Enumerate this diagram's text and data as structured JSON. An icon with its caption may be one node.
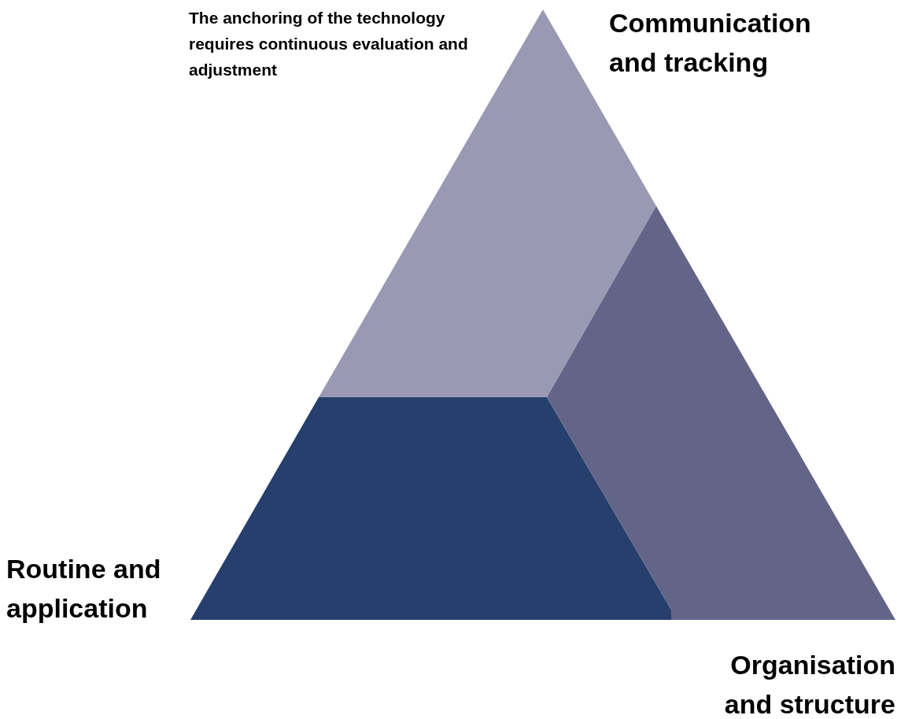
{
  "diagram": {
    "nodes": [
      {
        "text": [
          "Communication and tracking"
        ]
      },
      {
        "text": [
          "Routine and application"
        ]
      },
      {
        "text": [
          "Organisation and structure"
        ]
      }
    ],
    "labels": [
      "The anchoring of the technology requires continuous evaluation and adjustment"
    ]
  }
}
